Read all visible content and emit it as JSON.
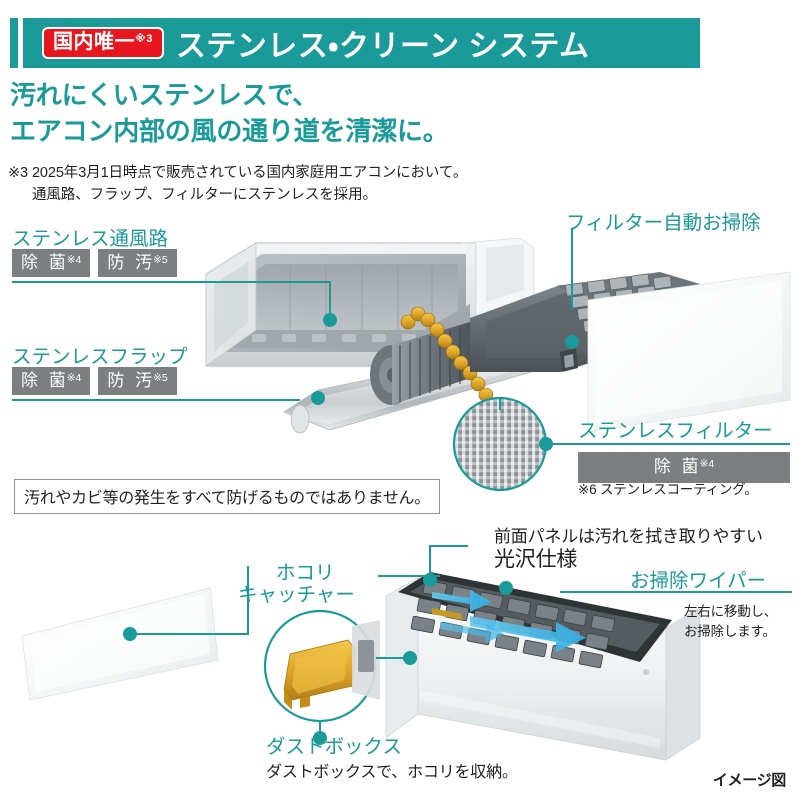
{
  "header": {
    "badge_label": "国内唯一",
    "badge_sup": "※3",
    "title": "ステンレス・クリーン システム",
    "accent_color": "#1a9a98",
    "badge_color": "#e8171f"
  },
  "subhead": {
    "line1": "汚れにくいステンレスで、",
    "line2": "エアコン内部の風の通り道を清潔に。"
  },
  "notes_top": {
    "line1": "※3 2025年3月1日時点で販売されている国内家庭用エアコンにおいて。",
    "line2": "通風路、フラップ、フィルターにステンレスを採用。"
  },
  "labels": {
    "stainless_duct": "ステンレス通風路",
    "stainless_flap": "ステンレスフラップ",
    "filter_auto_clean": "フィルター自動お掃除",
    "stainless_filter": "ステンレスフィルター",
    "dust_catcher_l1": "ホコリ",
    "dust_catcher_l2": "キャッチャー",
    "dust_box": "ダストボックス",
    "cleaning_wiper": "お掃除ワイパー",
    "front_panel_l1": "前面パネルは汚れを拭き取りやすい",
    "front_panel_l2": "光沢仕様"
  },
  "chips": {
    "sterilize": "除 菌",
    "sterilize_sup": "※4",
    "antifoul": "防 汚",
    "antifoul_sup": "※5",
    "chip_color": "#7b7f82"
  },
  "notes": {
    "stainless_coating": "※6 ステンレスコーティング。",
    "disclaimer": "汚れやカビ等の発生をすべて防げるものではありません。",
    "wiper_desc_l1": "左右に移動し、",
    "wiper_desc_l2": "お掃除します。",
    "dustbox_desc": "ダストボックスで、ホコリを収納。",
    "image_note": "イメージ図"
  },
  "colors": {
    "teal": "#1a9a98",
    "teal_line": "#1a9a98",
    "red": "#e8171f",
    "gray_chip": "#7b7f82",
    "text": "#231f20",
    "arrow_blue": "#4cbced"
  }
}
